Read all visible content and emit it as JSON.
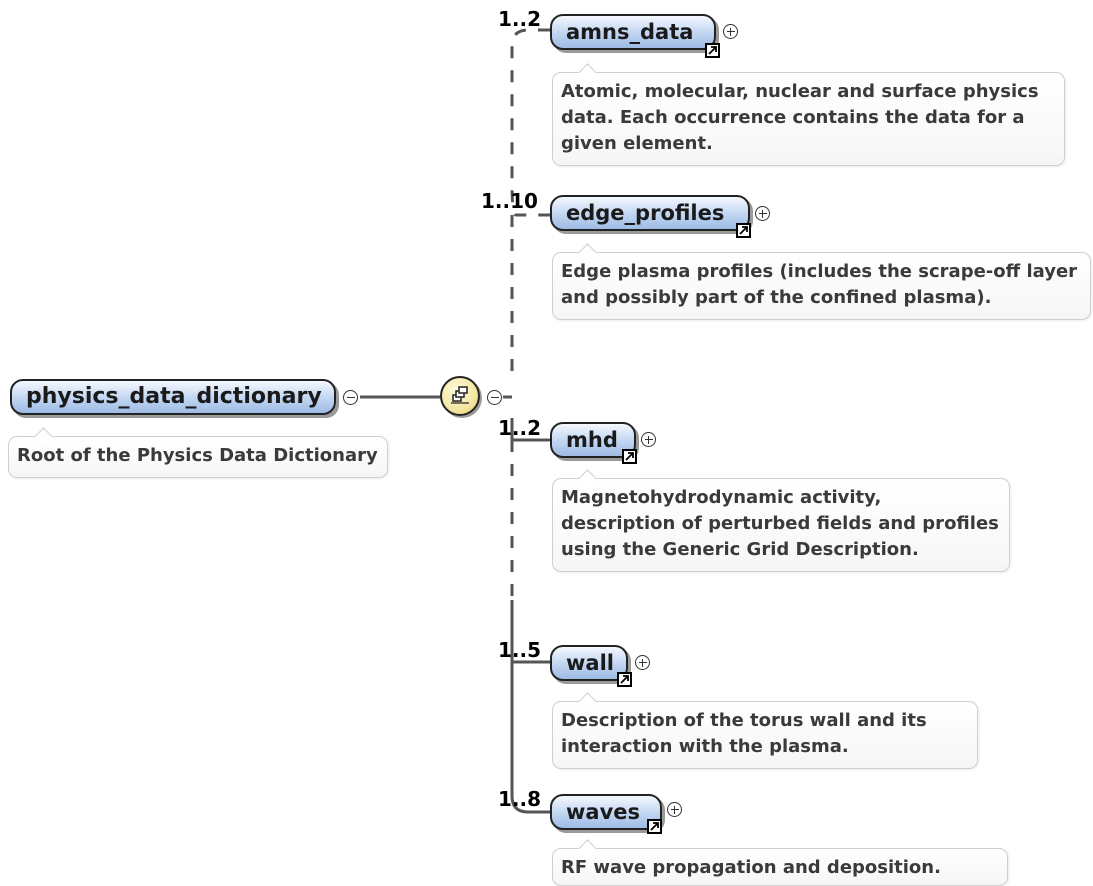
{
  "root": {
    "name": "physics_data_dictionary",
    "doc": "Root of the Physics Data Dictionary"
  },
  "compositor": {
    "kind": "sequence"
  },
  "children": [
    {
      "name": "amns_data",
      "multiplicity": "1..2",
      "doc": "Atomic, molecular, nuclear and surface physics data. Each occurrence contains the data for a given element."
    },
    {
      "name": "edge_profiles",
      "multiplicity": "1..10",
      "doc": "Edge plasma profiles (includes the scrape-off layer and possibly part of the confined plasma)."
    },
    {
      "name": "mhd",
      "multiplicity": "1..2",
      "doc": "Magnetohydrodynamic activity, description of perturbed fields and profiles using the Generic Grid Description."
    },
    {
      "name": "wall",
      "multiplicity": "1..5",
      "doc": "Description of the torus wall and its interaction with the plasma."
    },
    {
      "name": "waves",
      "multiplicity": "1..8",
      "doc": "RF wave propagation and deposition."
    }
  ],
  "colors": {
    "node_fill_top": "#f4f8ff",
    "node_fill_bottom": "#9dbbe4",
    "node_border": "#222222",
    "compositor_fill": "#f4e6a0",
    "doc_text": "#3a3a3a",
    "line": "#555555"
  }
}
